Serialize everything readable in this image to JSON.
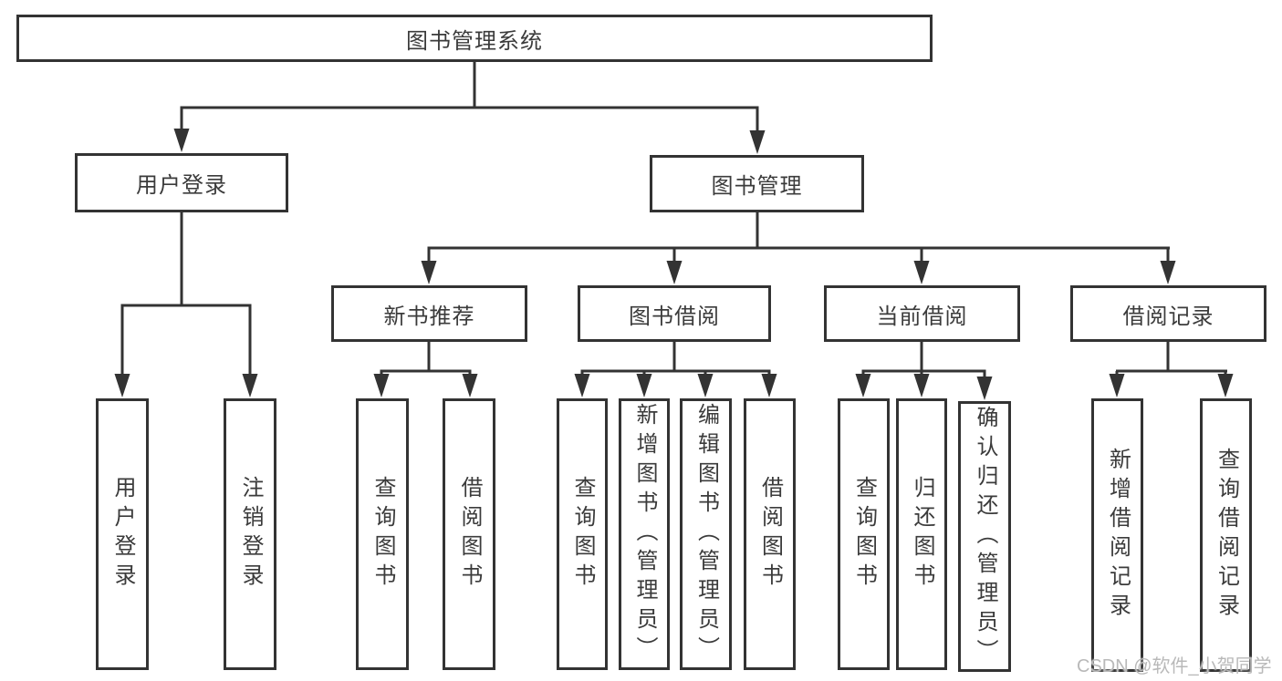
{
  "diagram": {
    "root": {
      "label": "图书管理系统"
    },
    "branches": [
      {
        "label": "用户登录",
        "children": [
          {
            "label": "用户登录"
          },
          {
            "label": "注销登录"
          }
        ]
      },
      {
        "label": "图书管理",
        "children": [
          {
            "label": "新书推荐",
            "children": [
              {
                "label": "查询图书"
              },
              {
                "label": "借阅图书"
              }
            ]
          },
          {
            "label": "图书借阅",
            "children": [
              {
                "label": "查询图书"
              },
              {
                "label": "新增图书（管理员）"
              },
              {
                "label": "编辑图书（管理员）"
              },
              {
                "label": "借阅图书"
              }
            ]
          },
          {
            "label": "当前借阅",
            "children": [
              {
                "label": "查询图书"
              },
              {
                "label": "归还图书"
              },
              {
                "label": "确认归还（管理员）"
              }
            ]
          },
          {
            "label": "借阅记录",
            "children": [
              {
                "label": "新增借阅记录"
              },
              {
                "label": "查询借阅记录"
              }
            ]
          }
        ]
      }
    ]
  },
  "colors": {
    "line": "#333333",
    "text": "#3b3b3b",
    "watermark": "#b9b9b9",
    "background": "#ffffff"
  },
  "watermark": {
    "text": "CSDN @软件_小贺同学"
  }
}
